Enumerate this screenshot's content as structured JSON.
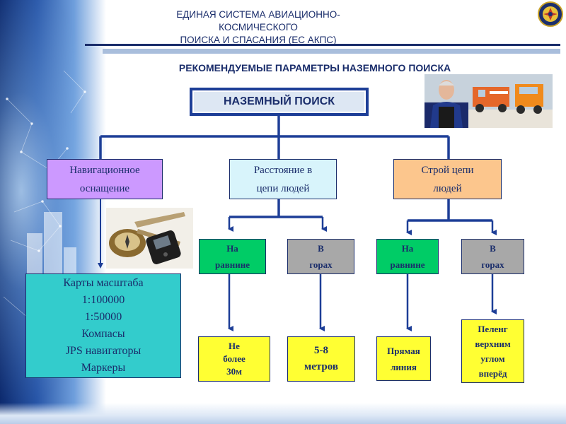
{
  "header": {
    "title_line1": "ЕДИНАЯ СИСТЕМА АВИАЦИОННО-КОСМИЧЕСКОГО",
    "title_line2": "ПОИСКА И СПАСАНИЯ (ЕС АКПС)"
  },
  "subtitle": "РЕКОМЕНДУЕМЫЕ ПАРАМЕТРЫ НАЗЕМНОГО ПОИСКА",
  "root": {
    "label": "НАЗЕМНЫЙ ПОИСК"
  },
  "branches": {
    "navigation": {
      "line1": "Навигационное",
      "line2": "оснащение"
    },
    "distance": {
      "line1": "Расстояние в",
      "line2": "цепи людей"
    },
    "formation": {
      "line1": "Строй цепи",
      "line2": "людей"
    }
  },
  "equipment": [
    "Карты масштаба",
    "1:100000",
    "1:50000",
    "Компасы",
    "JPS навигаторы",
    "Маркеры"
  ],
  "distance_terrain": {
    "plain": {
      "line1": "На",
      "line2": "равнине"
    },
    "mountains": {
      "line1": "В",
      "line2": "горах"
    }
  },
  "formation_terrain": {
    "plain": {
      "line1": "На",
      "line2": "равнине"
    },
    "mountains": {
      "line1": "В",
      "line2": "горах"
    }
  },
  "distance_values": {
    "plain": {
      "line1": "Не",
      "line2": "более",
      "line3": "30м"
    },
    "mountains": {
      "line1": "5-8",
      "line2": "метров"
    }
  },
  "formation_values": {
    "plain": {
      "line1": "Прямая",
      "line2": "линия"
    },
    "mountains": {
      "line1": "Пеленг",
      "line2": "верхним",
      "line3": "углом",
      "line4": "вперёд"
    }
  },
  "colors": {
    "navy": "#1a2d6b",
    "connector": "#1d3e97",
    "violet": "#cc99ff",
    "light_cyan": "#d8f4fb",
    "orange": "#fcc68d",
    "green": "#00cc66",
    "grey": "#a8a8a8",
    "yellow": "#ffff33",
    "teal": "#33cccc"
  },
  "icons": [
    "rescue-service-emblem-icon",
    "rescuer-with-trucks-photo",
    "compass-and-gps-photo"
  ]
}
